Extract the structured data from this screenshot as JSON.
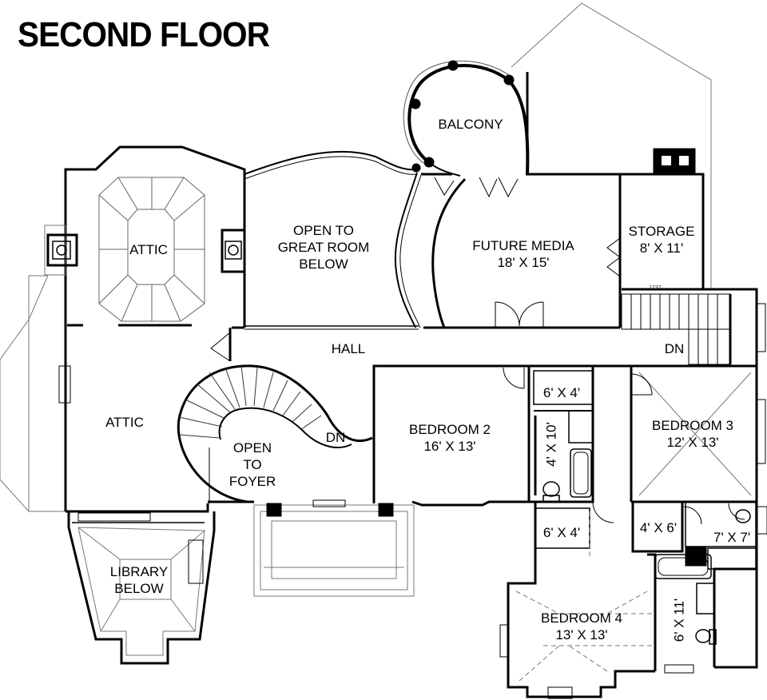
{
  "title": "SECOND FLOOR",
  "rooms": {
    "balcony": [
      "BALCONY"
    ],
    "attic_top": [
      "ATTIC"
    ],
    "open_great_room": [
      "OPEN TO",
      "GREAT ROOM",
      "BELOW"
    ],
    "future_media": [
      "FUTURE MEDIA",
      "18' X 15'"
    ],
    "storage": [
      "STORAGE",
      "8' X 11'"
    ],
    "hall": [
      "HALL"
    ],
    "dn_hall": [
      "DN"
    ],
    "attic_left": [
      "ATTIC"
    ],
    "dn_stair": [
      "DN"
    ],
    "open_foyer": [
      "OPEN",
      "TO",
      "FOYER"
    ],
    "bedroom2": [
      "BEDROOM 2",
      "16' X 13'"
    ],
    "closet_6x4_top": [
      "6' X 4'"
    ],
    "bath_4x10": [
      "4' X 10'"
    ],
    "bedroom3": [
      "BEDROOM 3",
      "12' X 13'"
    ],
    "closet_6x4_low": [
      "6' X 4'"
    ],
    "closet_4x6": [
      "4' X 6'"
    ],
    "bath_7x7": [
      "7' X 7'"
    ],
    "library": [
      "LIBRARY",
      "BELOW"
    ],
    "bedroom4": [
      "BEDROOM 4",
      "13' X 13'"
    ],
    "bath_6x11": [
      "6' X 11'"
    ]
  },
  "small_note": "1237"
}
